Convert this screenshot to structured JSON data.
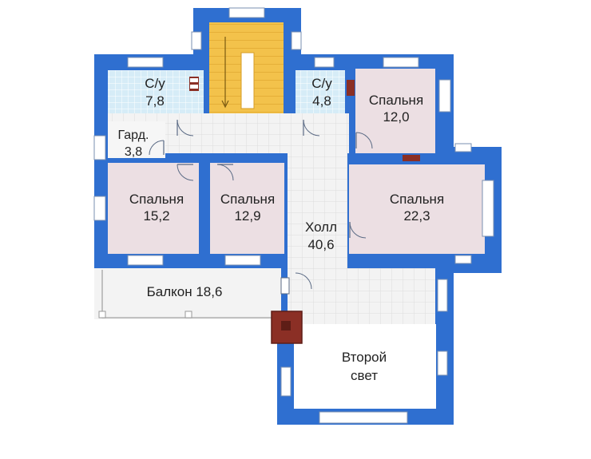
{
  "colors": {
    "wall": "#2f6fd0",
    "bathroom": "#d6ecf7",
    "bedroom": "#ecdfe3",
    "hall": "#f2f2f2",
    "stairs": "#f3c24b",
    "chimney": "#8b2f25",
    "balcony": "#f3f3f3"
  },
  "rooms": {
    "bath_left": {
      "name": "С/у",
      "area": "7,8"
    },
    "bath_right": {
      "name": "С/у",
      "area": "4,8"
    },
    "wardrobe": {
      "name": "Гард.",
      "area": "3,8"
    },
    "bedroom_top_right": {
      "name": "Спальня",
      "area": "12,0"
    },
    "bedroom_left": {
      "name": "Спальня",
      "area": "15,2"
    },
    "bedroom_mid": {
      "name": "Спальня",
      "area": "12,9"
    },
    "bedroom_right": {
      "name": "Спальня",
      "area": "22,3"
    },
    "hall": {
      "name": "Холл",
      "area": "40,6"
    },
    "balcony": {
      "label": "Балкон 18,6"
    },
    "second_light": {
      "line1": "Второй",
      "line2": "свет"
    }
  }
}
